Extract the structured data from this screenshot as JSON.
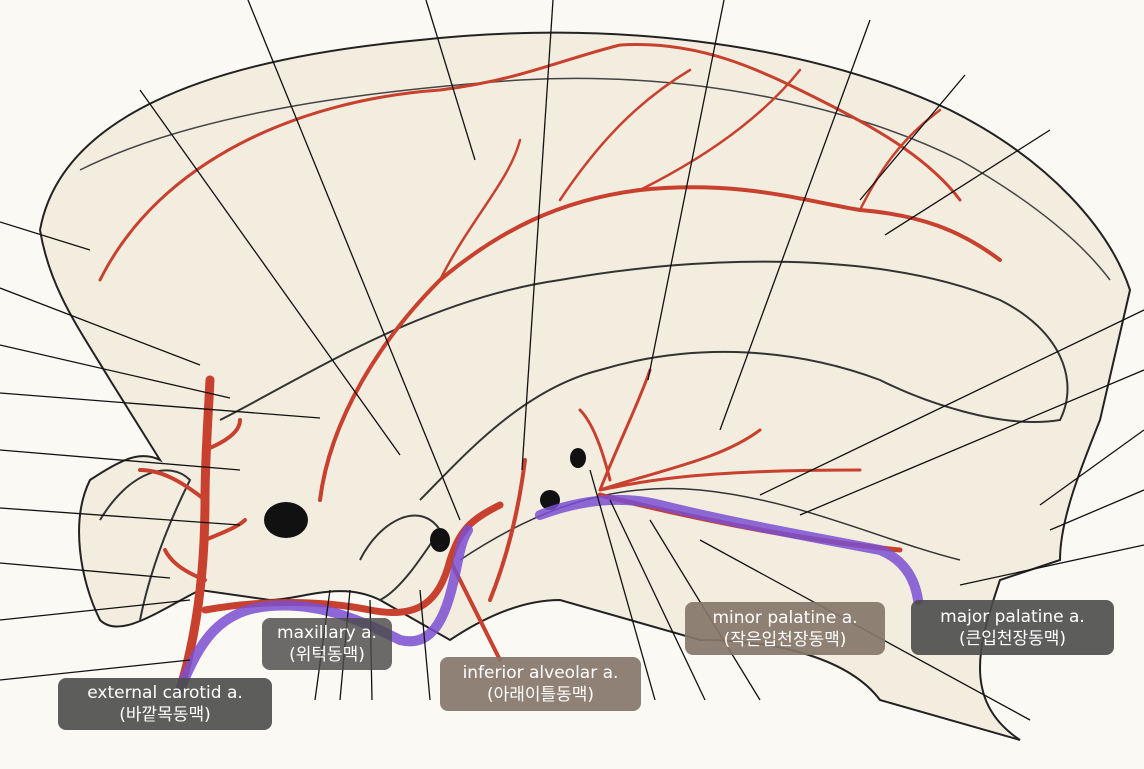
{
  "labels": {
    "external_carotid": {
      "en": "external carotid a.",
      "ko": "(바깥목동맥)"
    },
    "maxillary": {
      "en": "maxillary a.",
      "ko": "(위턱동맥)"
    },
    "inferior_alveolar": {
      "en": "inferior alveolar a.",
      "ko": "(아래이틀동맥)"
    },
    "minor_palatine": {
      "en": "minor palatine a.",
      "ko": "(작은입천장동맥)"
    },
    "major_palatine": {
      "en": "major palatine a.",
      "ko": "(큰입천장동맥)"
    }
  },
  "colors": {
    "artery": "#c8402e",
    "highlight": "#7a4fd0",
    "bone": "#f3ede0",
    "outline": "#222222"
  }
}
